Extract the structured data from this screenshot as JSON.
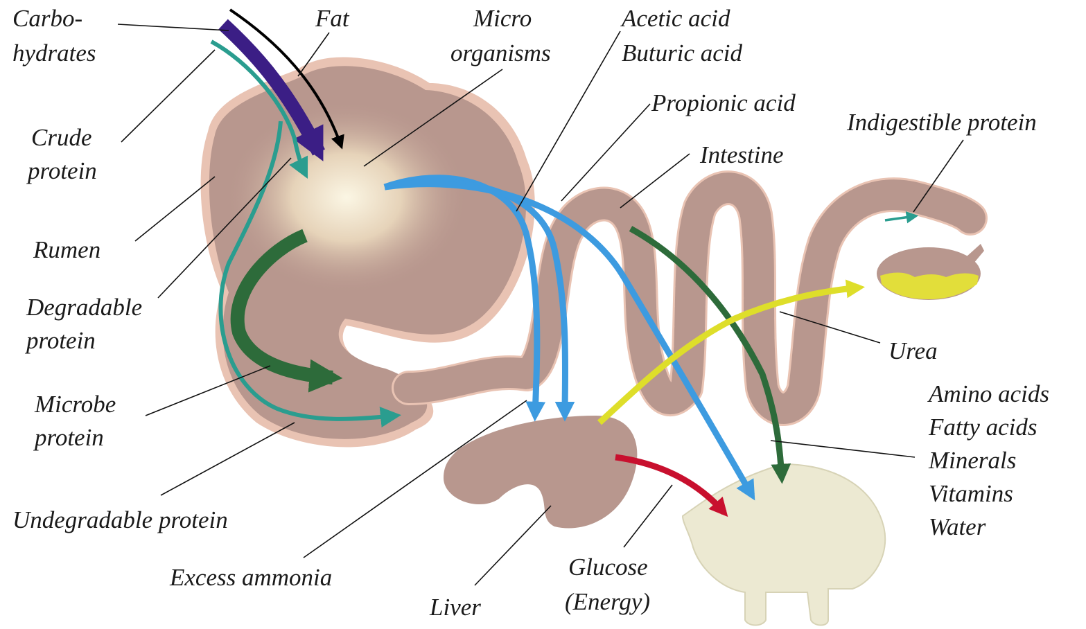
{
  "labels": {
    "carbohydrates": [
      "Carbo-",
      "hydrates"
    ],
    "fat": "Fat",
    "micro_organisms": [
      "Micro",
      "organisms"
    ],
    "acids_top": [
      "Acetic acid",
      "Buturic acid"
    ],
    "propionic_acid": "Propionic acid",
    "indigestible_protein": "Indigestible protein",
    "intestine": "Intestine",
    "crude_protein": [
      "Crude",
      "protein"
    ],
    "rumen": "Rumen",
    "degradable_protein": [
      "Degradable",
      "protein"
    ],
    "microbe_protein": [
      "Microbe",
      "protein"
    ],
    "undegradable_protein": "Undegradable protein",
    "excess_ammonia": "Excess ammonia",
    "liver": "Liver",
    "glucose": [
      "Glucose",
      "(Energy)"
    ],
    "urea": "Urea",
    "nutrients": [
      "Amino acids",
      "Fatty acids",
      "Minerals",
      "Vitamins",
      "Water"
    ]
  },
  "colors": {
    "organ": "#b8978e",
    "organ_rim": "#e9c3b3",
    "carbohydrates_arrow": "#3b1e85",
    "fat_arrow": "#000000",
    "protein_arrow": "#2a9d8f",
    "microbe_protein_arrow": "#2d6b3a",
    "acid_arrow": "#3d9be0",
    "urea_arrow": "#dede2a",
    "glucose_arrow": "#c8102e",
    "udder": "#ece9d2"
  }
}
